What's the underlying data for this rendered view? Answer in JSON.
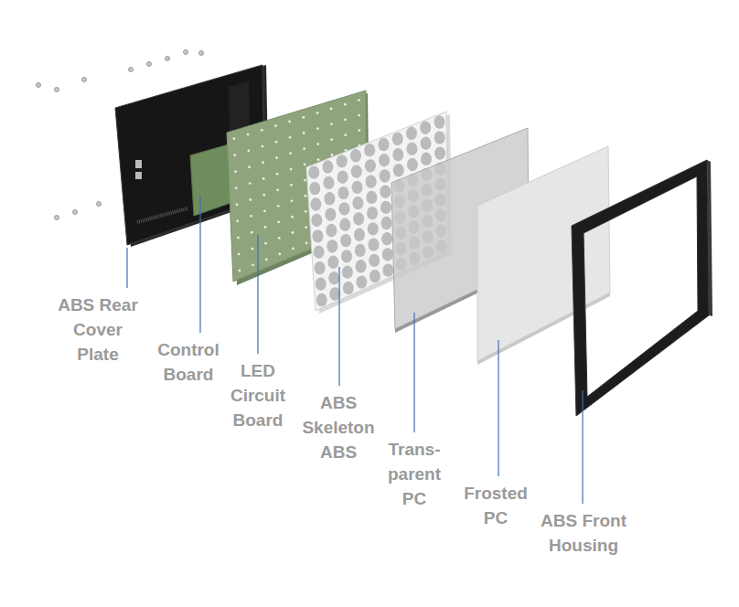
{
  "diagram": {
    "labels": [
      "ABS Rear Cover Plate",
      "Control Board",
      "LED Circuit Board",
      "ABS Skeleton ABS",
      "Trans- parent PC",
      "Frosted PC",
      "ABS Front Housing"
    ]
  }
}
